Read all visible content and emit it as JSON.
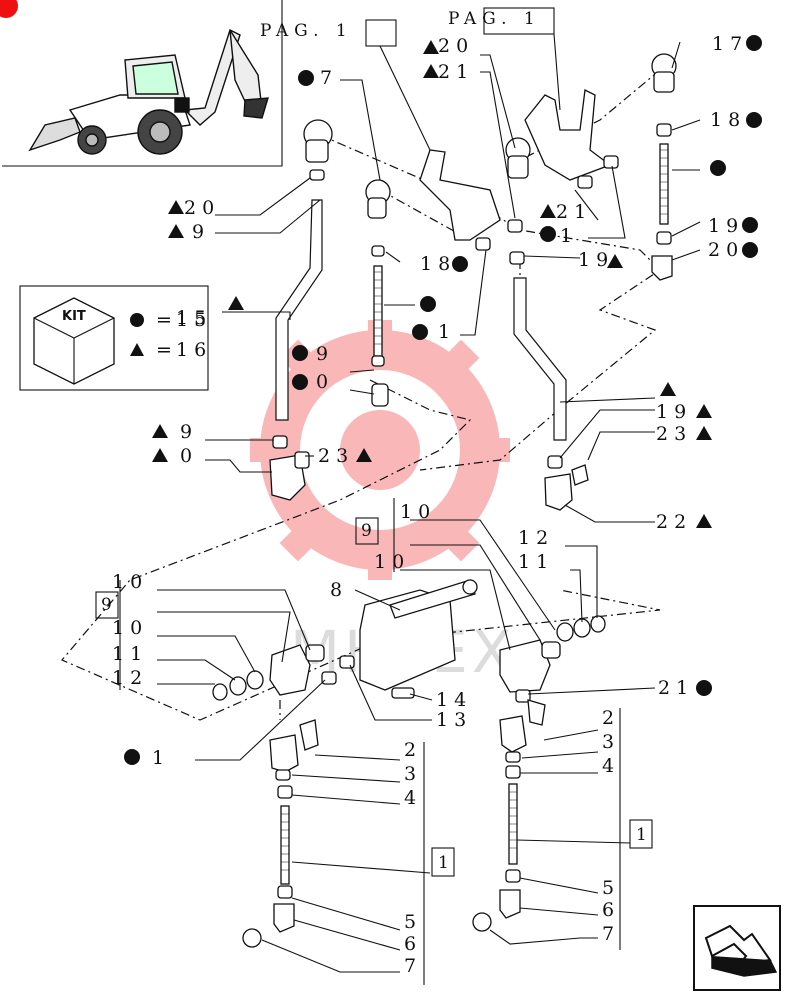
{
  "page_refs": {
    "ref_a": "PAG. 1",
    "ref_b": "PAG. 1"
  },
  "watermark_text": "MHTEX",
  "kit_legend": {
    "kit_label": "KIT",
    "circle_row": {
      "equals": "=",
      "value": "15"
    },
    "triangle_row": {
      "equals": "=",
      "value": "16"
    }
  },
  "callouts": {
    "c17_top": "17",
    "c18_top": "18",
    "c20_top": "20",
    "c21_top": "21",
    "c17_left": "7",
    "c20_l": "20",
    "c19_l": "9",
    "c21_m1": "21",
    "c21_m2": "1",
    "c18_m": "18",
    "c19_m": "19",
    "c19_r": "19",
    "c20_r": "20",
    "c15": "15",
    "c21_mid": "1",
    "c19_mid": "9",
    "c20_mid": "0",
    "c19_low": "9",
    "c20_low": "0",
    "c23_low": "23",
    "c_tri_r": "",
    "c19_tri_r": "19",
    "c23_tri_r": "23",
    "c22": "22",
    "c10_a": "10",
    "c12_a": "12",
    "c10_b": "10",
    "c11_a": "11",
    "c9_box_r": "9",
    "c8": "8",
    "c10_l": "10",
    "c9_box_l": "9",
    "c10_l2": "10",
    "c11_l": "11",
    "c12_l": "12",
    "c14": "14",
    "c13": "13",
    "c21_bl": "1",
    "c21_br": "21",
    "c2_l": "2",
    "c3_l": "3",
    "c4_l": "4",
    "c1_l": "1",
    "c5_l": "5",
    "c6_l": "6",
    "c7_l": "7",
    "c2_r": "2",
    "c3_r": "3",
    "c4_r": "4",
    "c1_r": "1",
    "c5_r": "5",
    "c6_r": "6",
    "c7_r": "7"
  }
}
